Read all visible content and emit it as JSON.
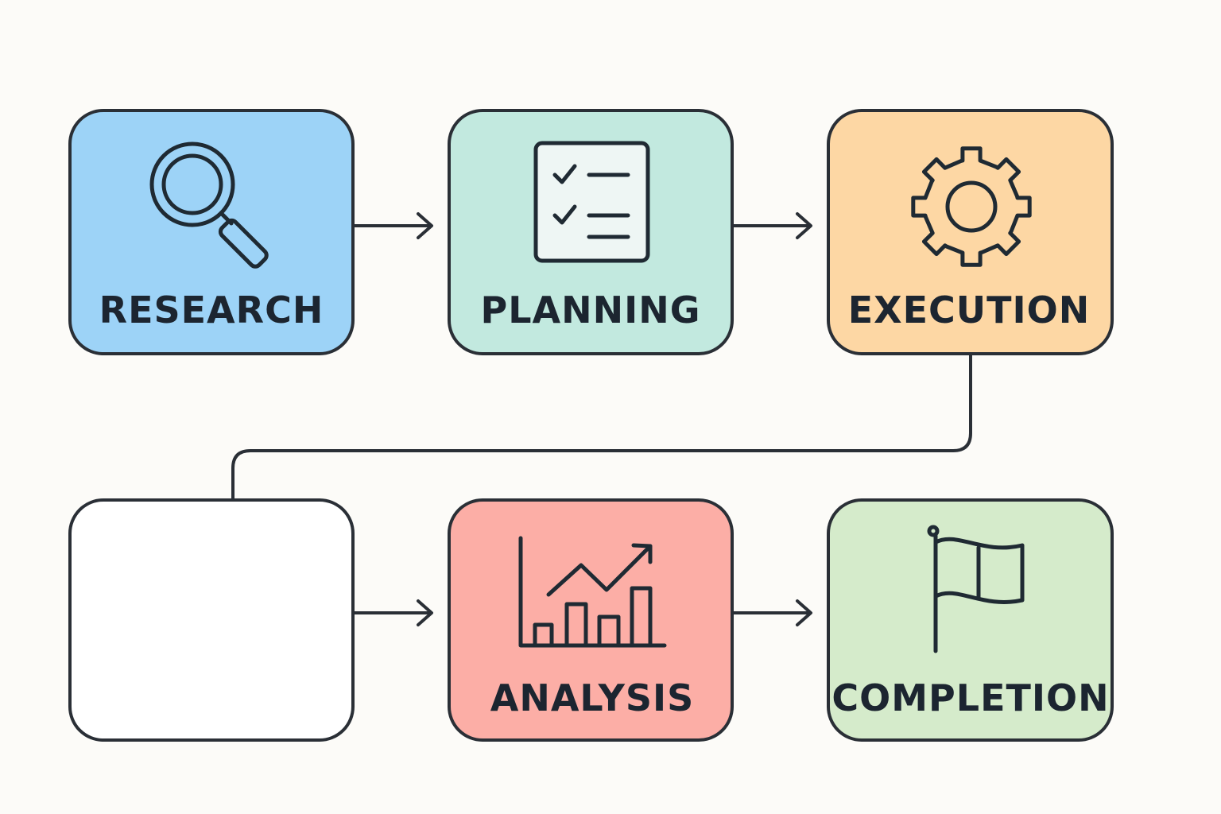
{
  "stages": [
    {
      "id": "research",
      "label": "RESEARCH",
      "color": "#9dd3f7",
      "icon": "magnifier-icon"
    },
    {
      "id": "planning",
      "label": "PLANNING",
      "color": "#c2e9df",
      "icon": "checklist-icon"
    },
    {
      "id": "execution",
      "label": "EXECUTION",
      "color": "#fdd7a4",
      "icon": "gear-icon"
    },
    {
      "id": "blank",
      "label": "",
      "color": "#ffffff",
      "icon": ""
    },
    {
      "id": "analysis",
      "label": "ANALYSIS",
      "color": "#fcaea6",
      "icon": "bar-chart-trend-icon"
    },
    {
      "id": "completion",
      "label": "COMPLETION",
      "color": "#d5ebcb",
      "icon": "flag-icon"
    }
  ],
  "style": {
    "outline": "#2a2f36",
    "background": "#fcfbf8"
  }
}
